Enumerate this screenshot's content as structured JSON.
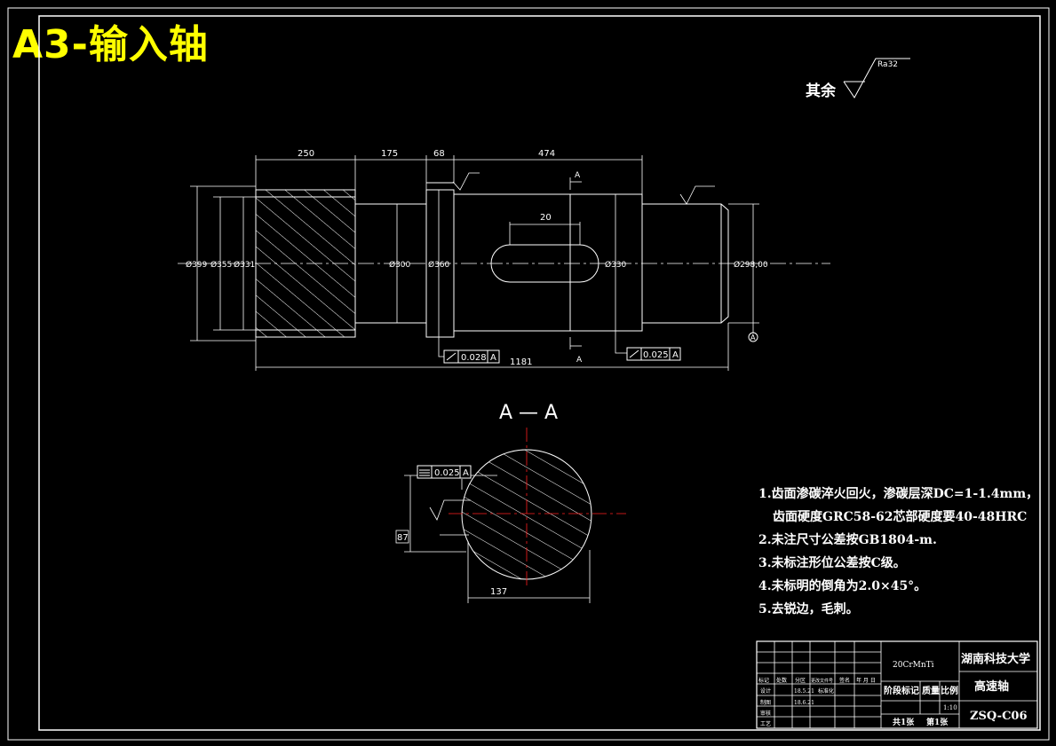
{
  "header": {
    "title": "A3-输入轴"
  },
  "roughness": {
    "label": "其余",
    "value": "Ra32"
  },
  "dimensions": {
    "d250": "250",
    "d175": "175",
    "d68": "68",
    "d474": "474",
    "d20": "20",
    "d1181": "1181",
    "d87": "87",
    "d137": "137",
    "dia399": "Ø399",
    "dia355": "Ø355",
    "dia331": "Ø331",
    "dia300": "Ø300",
    "dia360": "Ø360",
    "dia330": "Ø330",
    "dia298": "Ø298,00"
  },
  "tolerances": {
    "runout1": "0.028",
    "runout2": "0.025",
    "sym": "0.025",
    "datum": "A"
  },
  "section": {
    "label": "A — A",
    "cut_a": "A"
  },
  "notes": [
    "1.齿面渗碳淬火回火，渗碳层深DC=1-1.4mm，",
    "齿面硬度GRC58-62芯部硬度要40-48HRC",
    "2.未注尺寸公差按GB1804-m.",
    "3.未标注形位公差按C级。",
    "4.未标明的倒角为2.0×45°。",
    "5.去锐边，毛刺。"
  ],
  "title_block": {
    "material": "20CrMnTi",
    "school": "湖南科技大学",
    "part_name": "高速轴",
    "drawing_no": "ZSQ-C06",
    "stage_mark": "阶段标记",
    "weight": "质量",
    "scale": "比例",
    "scale_value": "1:10",
    "sheets_total": "共1张",
    "sheet_no": "第1张",
    "row_labels": [
      "标记",
      "设计",
      "制图",
      "审核",
      "工艺"
    ],
    "col_labels": [
      "处数",
      "分区",
      "更改文件号",
      "签名",
      "年 月 日"
    ],
    "design_date": "18.5.21",
    "draw_date": "18.6.21",
    "std": "标准化"
  }
}
